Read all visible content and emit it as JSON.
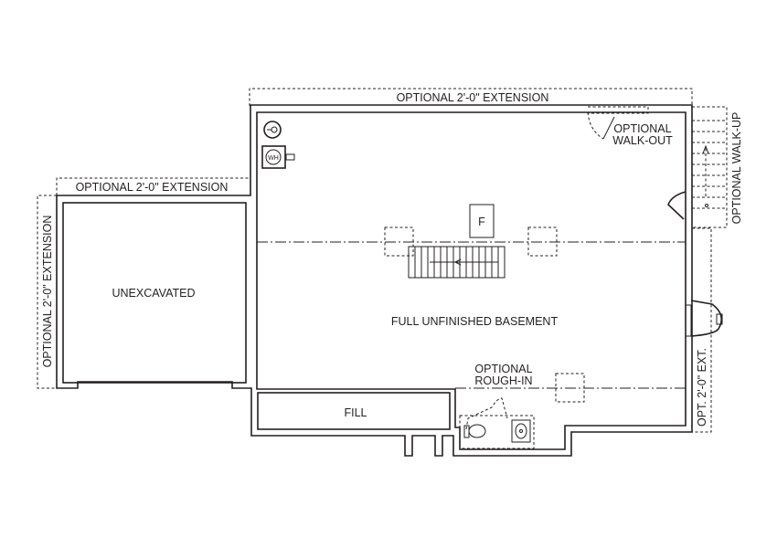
{
  "labels": {
    "top_extension": "OPTIONAL 2'-0\" EXTENSION",
    "left_top_extension": "OPTIONAL 2'-0\" EXTENSION",
    "left_side_extension": "OPTIONAL 2'-0\" EXTENSION",
    "unexcavated": "UNEXCAVATED",
    "full_basement": "FULL UNFINISHED BASEMENT",
    "fill": "FILL",
    "rough_in_line1": "OPTIONAL",
    "rough_in_line2": "ROUGH-IN",
    "walk_out_line1": "OPTIONAL",
    "walk_out_line2": "WALK-OUT",
    "walk_up": "OPTIONAL WALK-UP",
    "right_ext": "OPT. 2'-0\" EXT.",
    "furnace": "F",
    "water_heater": "WH"
  }
}
